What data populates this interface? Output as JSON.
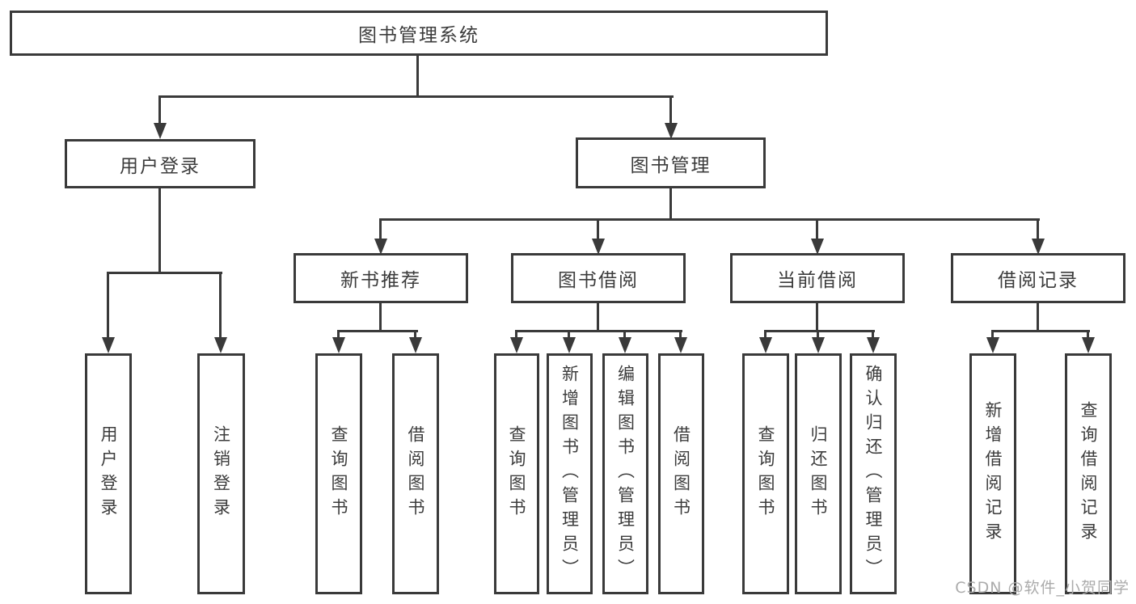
{
  "tree": {
    "root": {
      "label": "图书管理系统"
    },
    "children": [
      {
        "label": "用户登录",
        "children": [
          {
            "label": "用户登录"
          },
          {
            "label": "注销登录"
          }
        ]
      },
      {
        "label": "图书管理",
        "children": [
          {
            "label": "新书推荐",
            "children": [
              {
                "label": "查询图书"
              },
              {
                "label": "借阅图书"
              }
            ]
          },
          {
            "label": "图书借阅",
            "children": [
              {
                "label": "查询图书"
              },
              {
                "label": "新增图书（管理员）"
              },
              {
                "label": "编辑图书（管理员）"
              },
              {
                "label": "借阅图书"
              }
            ]
          },
          {
            "label": "当前借阅",
            "children": [
              {
                "label": "查询图书"
              },
              {
                "label": "归还图书"
              },
              {
                "label": "确认归还（管理员）"
              }
            ]
          },
          {
            "label": "借阅记录",
            "children": [
              {
                "label": "新增借阅记录"
              },
              {
                "label": "查询借阅记录"
              }
            ]
          }
        ]
      }
    ]
  },
  "watermark": "CSDN @软件_小贺同学",
  "colors": {
    "line": "#3a3a3a",
    "text": "#3c3c3c",
    "background": "#ffffff",
    "watermark": "#ababab"
  }
}
